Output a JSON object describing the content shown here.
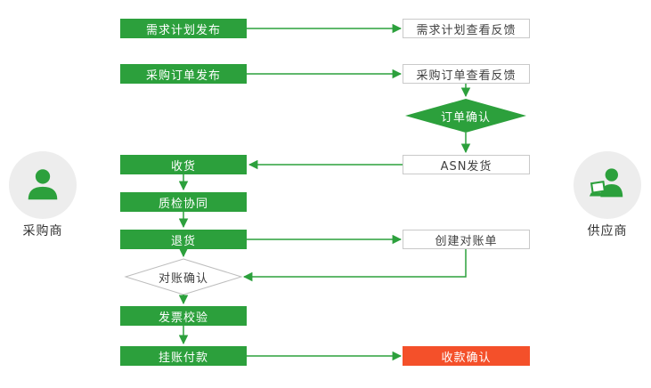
{
  "actors": {
    "buyer": {
      "label": "采购商"
    },
    "supplier": {
      "label": "供应商"
    }
  },
  "nodes": {
    "demand_plan_publish": {
      "label": "需求计划发布"
    },
    "demand_plan_feedback": {
      "label": "需求计划查看反馈"
    },
    "po_publish": {
      "label": "采购订单发布"
    },
    "po_feedback": {
      "label": "采购订单查看反馈"
    },
    "order_confirm": {
      "label": "订单确认"
    },
    "asn_ship": {
      "label": "ASN发货"
    },
    "receive": {
      "label": "收货"
    },
    "quality_check": {
      "label": "质检协同"
    },
    "return_goods": {
      "label": "退货"
    },
    "create_statement": {
      "label": "创建对账单"
    },
    "reconcile_confirm": {
      "label": "对账确认"
    },
    "invoice_verify": {
      "label": "发票校验"
    },
    "payment": {
      "label": "挂账付款"
    },
    "receipt_confirm": {
      "label": "收款确认"
    }
  },
  "edges": [
    {
      "from": "demand_plan_publish",
      "to": "demand_plan_feedback"
    },
    {
      "from": "po_publish",
      "to": "po_feedback"
    },
    {
      "from": "po_feedback",
      "to": "order_confirm"
    },
    {
      "from": "order_confirm",
      "to": "asn_ship"
    },
    {
      "from": "asn_ship",
      "to": "receive"
    },
    {
      "from": "receive",
      "to": "quality_check"
    },
    {
      "from": "quality_check",
      "to": "return_goods"
    },
    {
      "from": "return_goods",
      "to": "create_statement"
    },
    {
      "from": "return_goods",
      "to": "reconcile_confirm"
    },
    {
      "from": "create_statement",
      "to": "reconcile_confirm"
    },
    {
      "from": "reconcile_confirm",
      "to": "invoice_verify"
    },
    {
      "from": "invoice_verify",
      "to": "payment"
    },
    {
      "from": "payment",
      "to": "receipt_confirm"
    }
  ],
  "colors": {
    "green": "#2ca03c",
    "red": "#f4502a"
  }
}
